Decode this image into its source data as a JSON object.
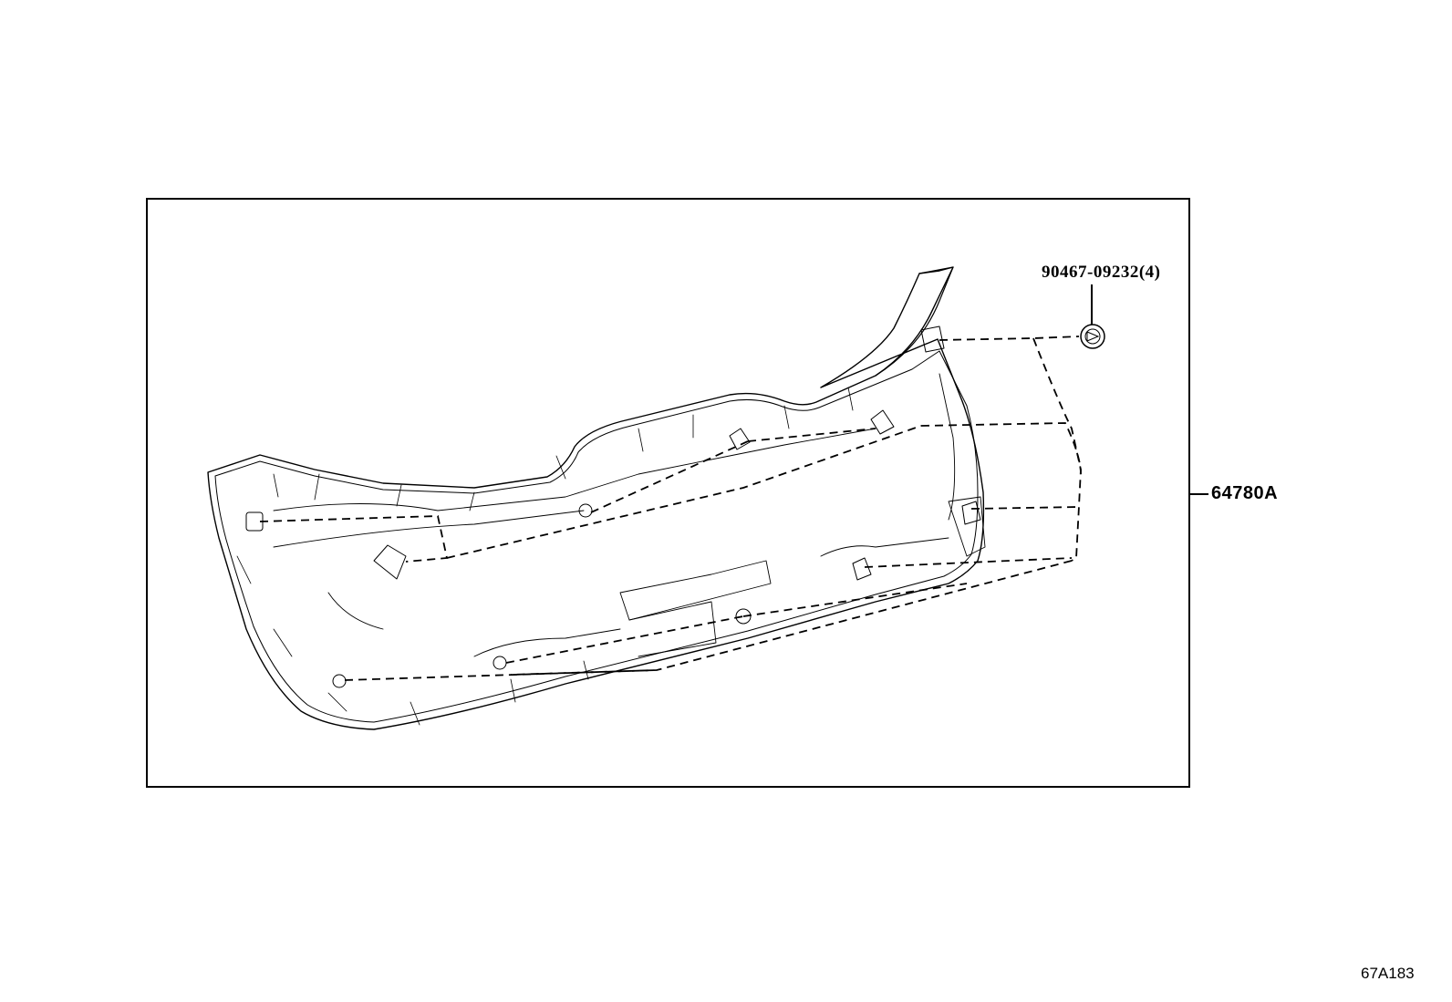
{
  "diagram": {
    "type": "exploded parts diagram",
    "subject": "back door trim board with clips",
    "colors": {
      "line": "#000000",
      "background": "#ffffff"
    }
  },
  "callouts": {
    "fastener": {
      "part_number": "90467-09232(4)",
      "description_icon": "clip-icon"
    },
    "panel": {
      "part_number": "64780A"
    }
  },
  "diagram_id": "67A183"
}
